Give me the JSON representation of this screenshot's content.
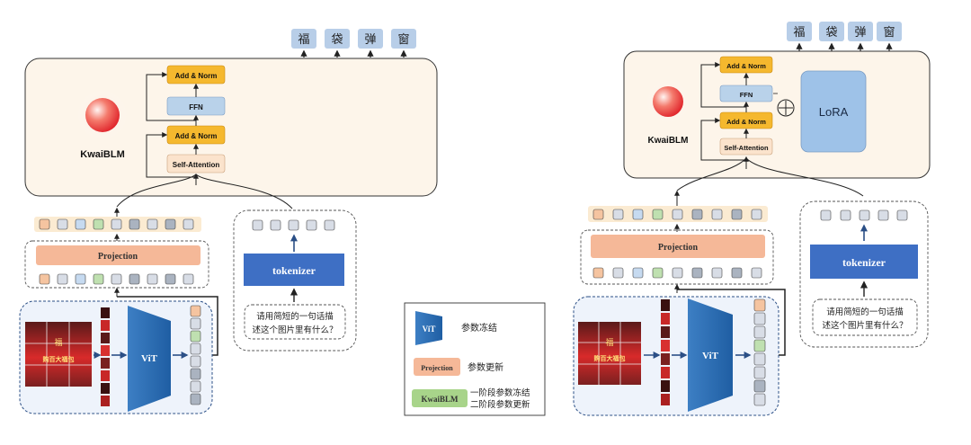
{
  "colors": {
    "llm_box": "#fdf5ea",
    "add_norm": "#f5b82e",
    "ffn": "#b9d2ea",
    "self_attention": "#fbe3cc",
    "projection": "#f5b898",
    "tokenizer": "#3e6fc4",
    "vit": "#2e6db0",
    "lora": "#9ec2e8",
    "output_token": "#b8cee8",
    "kwaiblm_legend": "#a8d48a"
  },
  "left_panel": {
    "model_name": "KwaiBLM",
    "add_norm_top": "Add & Norm",
    "ffn": "FFN",
    "add_norm_bottom": "Add & Norm",
    "self_attention": "Self-Attention",
    "outputs": [
      "福",
      "袋",
      "弹",
      "窗"
    ],
    "projection": "Projection",
    "vit": "ViT",
    "tokenizer": "tokenizer",
    "prompt_line1": "请用简短的一句话描",
    "prompt_line2": "述这个图片里有什么？"
  },
  "right_panel": {
    "model_name": "KwaiBLM",
    "add_norm_top": "Add & Norm",
    "ffn": "FFN",
    "add_norm_bottom": "Add & Norm",
    "self_attention": "Self-Attention",
    "lora": "LoRA",
    "outputs": [
      "福",
      "袋",
      "弹",
      "窗"
    ],
    "projection": "Projection",
    "vit": "ViT",
    "tokenizer": "tokenizer",
    "prompt_line1": "请用简短的一句话描",
    "prompt_line2": "述这个图片里有什么？"
  },
  "legend": {
    "vit_label": "ViT",
    "vit_desc": "参数冻结",
    "projection_label": "Projection",
    "projection_desc": "参数更新",
    "kwaiblm_label": "KwaiBLM",
    "kwaiblm_desc_line1": "一阶段参数冻结",
    "kwaiblm_desc_line2": "二阶段参数更新"
  },
  "image_text": {
    "line1": "福",
    "line2": "购百大福包"
  }
}
